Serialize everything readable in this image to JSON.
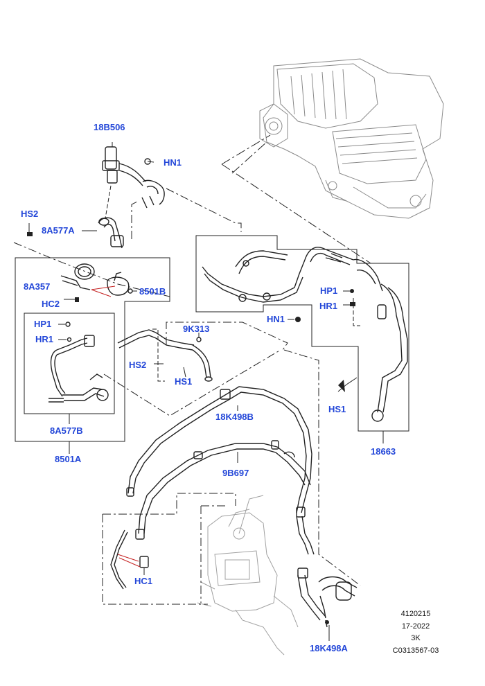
{
  "labels": {
    "p18B506": "18B506",
    "hn1_top": "HN1",
    "hs2_left": "HS2",
    "p8A577A": "8A577A",
    "p8A357": "8A357",
    "p8501B": "8501B",
    "hc2": "HC2",
    "hp1_left": "HP1",
    "hr1_left": "HR1",
    "p9K313": "9K313",
    "hs2_mid": "HS2",
    "hs1_mid": "HS1",
    "p8A577B": "8A577B",
    "p8501A": "8501A",
    "p18K498B": "18K498B",
    "p9B697": "9B697",
    "hc1": "HC1",
    "p18K498A": "18K498A",
    "hp1_right": "HP1",
    "hr1_right": "HR1",
    "hn1_mid": "HN1",
    "hs1_right": "HS1",
    "p18663": "18663"
  },
  "info": {
    "line1": "4120215",
    "line2": "17-2022",
    "line3": "3K",
    "line4": "C0313567-03"
  }
}
